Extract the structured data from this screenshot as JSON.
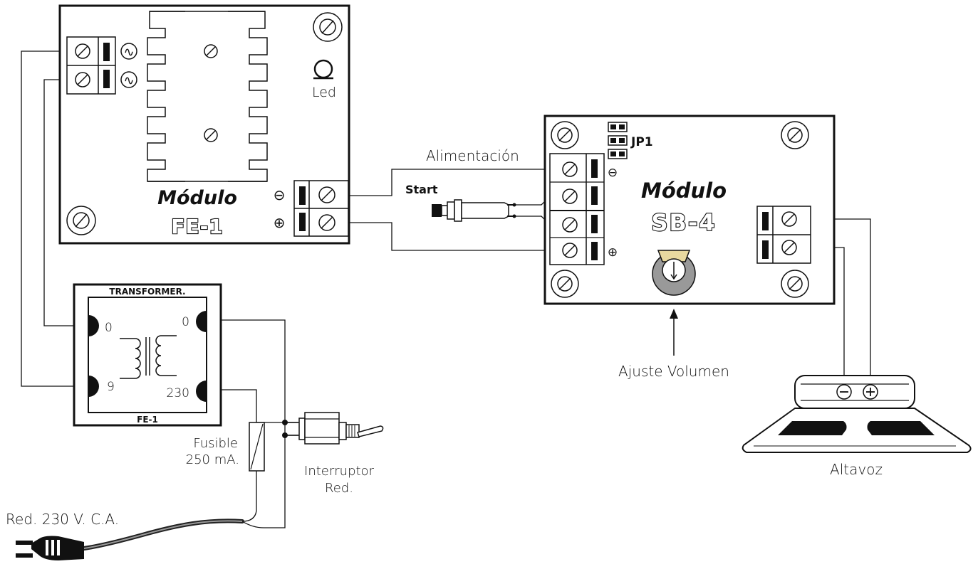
{
  "fe1": {
    "title": "Módulo",
    "code": "FE-1",
    "led_label": "Led",
    "ac_symbol": "∿",
    "minus_symbol": "⊖",
    "plus_symbol": "⊕"
  },
  "transformer": {
    "title": "TRANSFORMER.",
    "bottom_label": "FE-1",
    "terminals": {
      "in_left_top": "0",
      "in_left_bottom": "9",
      "out_right_top": "0",
      "out_right_bottom": "230"
    }
  },
  "sb4": {
    "title": "Módulo",
    "code": "SB-4",
    "jumper_label": "JP1",
    "minus_symbol": "⊖",
    "plus_symbol": "⊕"
  },
  "labels": {
    "power": "Alimentación",
    "start": "Start",
    "volume": "Ajuste Volumen",
    "speaker": "Altavoz",
    "speaker_minus": "⊖",
    "speaker_plus": "⊕",
    "fuse_line1": "Fusible",
    "fuse_line2": "250 mA.",
    "switch_line1": "Interruptor",
    "switch_line2": "Red.",
    "mains": "Red. 230 V. C.A."
  }
}
